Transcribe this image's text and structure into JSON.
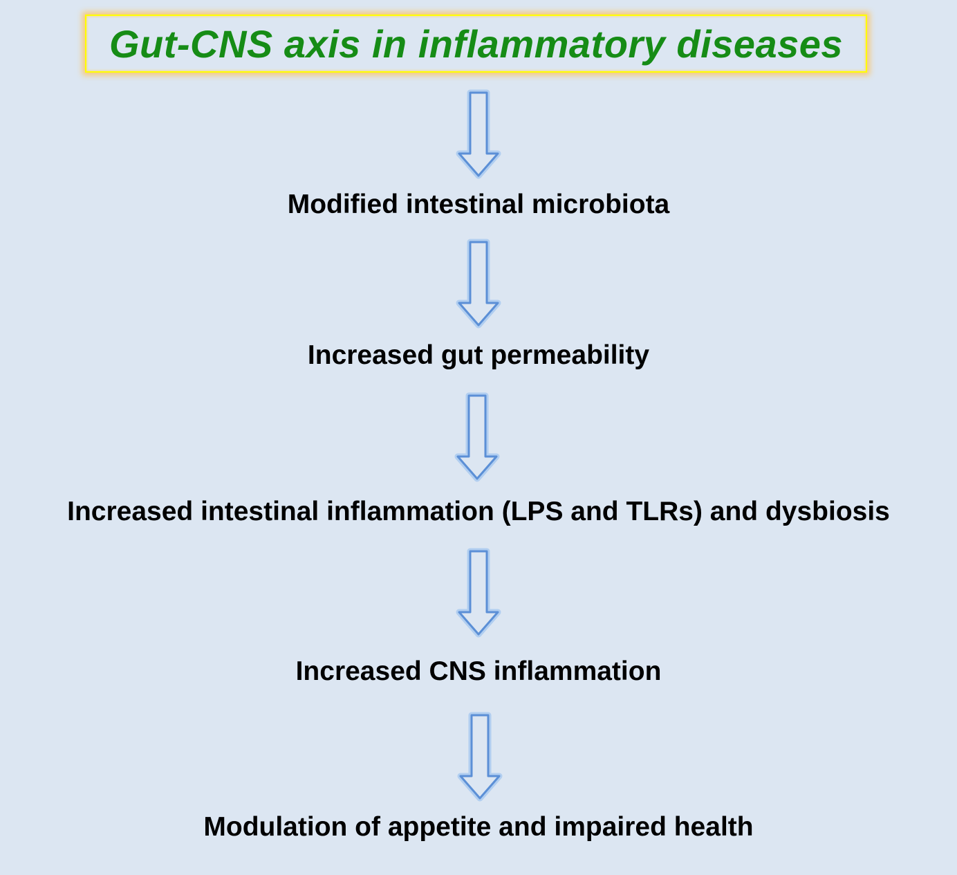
{
  "title": "Gut-CNS axis in inflammatory diseases",
  "steps": [
    "Modified intestinal microbiota",
    "Increased gut permeability",
    "Increased intestinal inflammation (LPS and TLRs) and dysbiosis",
    "Increased CNS inflammation",
    "Modulation of appetite and impaired health"
  ],
  "colors": {
    "background": "#dce6f2",
    "title_text": "#168c16",
    "title_border": "#ffff00",
    "title_glow": "#f7c97a",
    "arrow_stroke": "#5b8fd6",
    "arrow_fill": "#dce6f2",
    "arrow_glow": "#9ec3f0",
    "step_text": "#000000"
  },
  "icons": {
    "connector": "down-arrow-icon"
  }
}
